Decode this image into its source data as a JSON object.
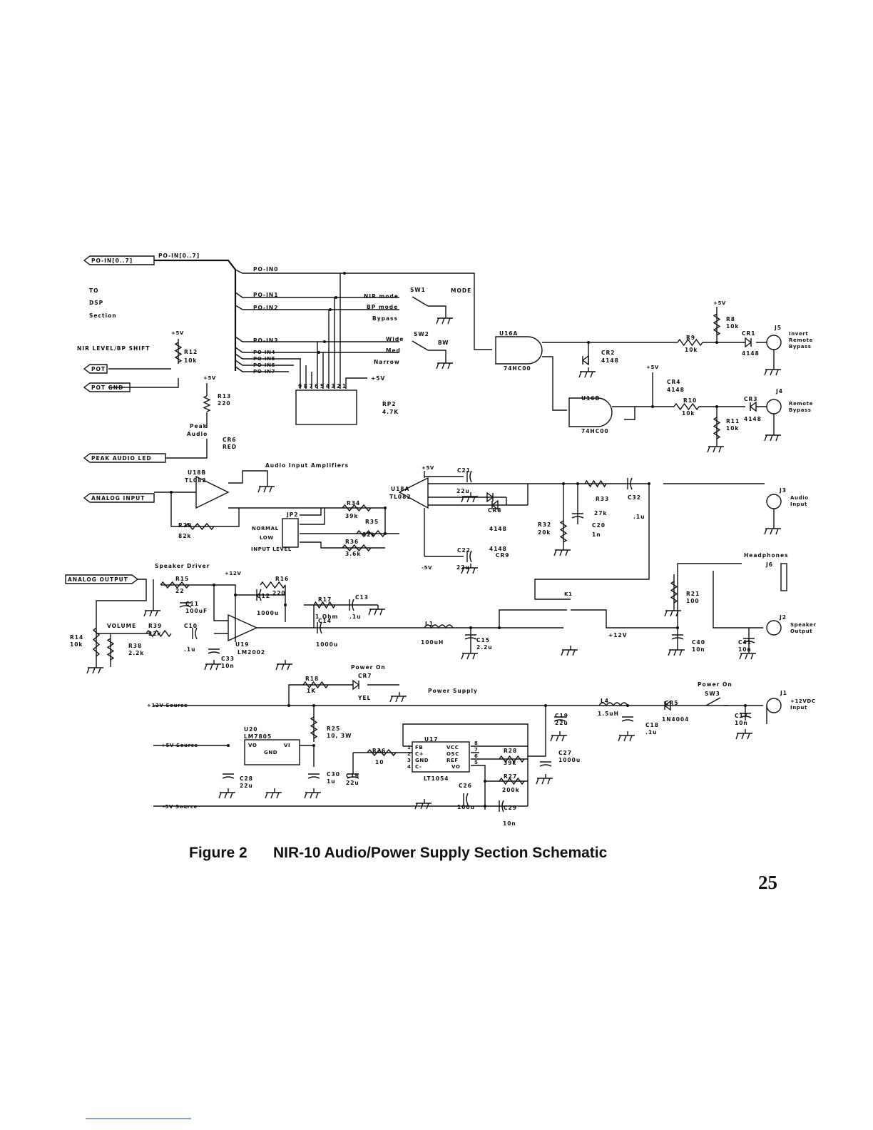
{
  "digital": {
    "bus_connector": "PO-IN[0..7]",
    "bus_label": "PO-IN[0..7]",
    "lines": [
      "PO-IN0",
      "PO-IN1",
      "PO-IN2",
      "PO-IN3",
      "PO-IN4",
      "PO-IN5",
      "PO-IN6",
      "PO-IN7"
    ],
    "to": "TO",
    "dsp": "DSP",
    "section": "Section",
    "sw1": "SW1",
    "mode": "MODE",
    "nir_mode": "NIR mode",
    "bp_mode": "BP mode",
    "bypass": "Bypass",
    "sw2": "SW2",
    "bw": "BW",
    "wide": "Wide",
    "med": "Med",
    "narrow": "Narrow",
    "nir_level": "NIR LEVEL/BP SHIFT",
    "p5v": "+5V",
    "r12": "R12",
    "r12_val": "10k",
    "pot": "POT",
    "pot_gnd": "POT GND",
    "r13": "R13",
    "r13_val": "220",
    "peak": "Peak",
    "audio": "Audio",
    "cr6": "CR6",
    "cr6_val": "RED",
    "peak_led": "PEAK AUDIO LED",
    "rp2_pins": "987654321",
    "rp2": "RP2",
    "rp2_val": "4.7K",
    "rp2_5v": "+5V",
    "u16a": "U16A",
    "u16b": "U16B",
    "hc00": "74HC00",
    "cr2": "CR2",
    "cr3": "CR3",
    "cr4": "CR4",
    "cr1": "CR1",
    "d4148": "4148",
    "r8": "R8",
    "r9": "R9",
    "r10": "R10",
    "r11": "R11",
    "k10": "10k",
    "j5": "J5",
    "j5_lbl": [
      "Invert",
      "Remote",
      "Bypass"
    ],
    "j4": "J4",
    "j4_lbl": [
      "Remote",
      "Bypass"
    ]
  },
  "audio_in": {
    "title": "Audio Input Amplifiers",
    "analog_input": "ANALOG INPUT",
    "u18b": "U18B",
    "u18a": "U18A",
    "tl082": "TL082",
    "r20": "R20",
    "r20_val": "82k",
    "jp2": "JP2",
    "normal": "NORMAL",
    "low": "LOW",
    "input_level": "INPUT LEVEL",
    "r34": "R34",
    "r34_val": "39k",
    "r35": "R35",
    "r35_val": "82k",
    "r36": "R36",
    "r36_val": "3.6k",
    "p5v": "+5V",
    "m5v": "-5V",
    "c21": "C21",
    "c22": "C22",
    "u22": "22u",
    "cr8": "CR8",
    "cr9": "CR9",
    "d4148": "4148",
    "r32": "R32",
    "r32_val": "20k",
    "c20": "C20",
    "c20_val": "1n",
    "r33": "R33",
    "r33_val": "27k",
    "c32": "C32",
    "c32_val": ".1u",
    "j3": "J3",
    "j3_lbl": [
      "Audio",
      "Input"
    ]
  },
  "speaker": {
    "title": "Speaker Driver",
    "analog_output": "ANALOG OUTPUT",
    "p12v": "+12V",
    "r15": "R15",
    "r15_val": "22",
    "r16": "R16",
    "r16_val": "220",
    "c11": "C11",
    "c11_val": "100uF",
    "c12": "C12",
    "c12_val": "1000u",
    "r17": "R17",
    "r17_val": "1 Ohm",
    "c13": "C13",
    "c13_val": ".1u",
    "volume": "VOLUME",
    "r14": "R14",
    "r14_val": "10k",
    "r39": "R39",
    "r39_val": "22k",
    "r38": "R38",
    "r38_val": "2.2k",
    "c10": "C10",
    "c10_val": ".1u",
    "c33": "C33",
    "c33_val": "10n",
    "u19": "U19",
    "lm2002": "LM2002",
    "c14": "C14",
    "c14_val": "1000u",
    "l1": "L1",
    "l1_val": "100uH",
    "c15": "C15",
    "c15_val": "2.2u",
    "k1": "K1",
    "k1_12v": "+12V",
    "headphones": "Headphones",
    "j6": "J6",
    "r21": "R21",
    "r21_val": "100",
    "c40": "C40",
    "c41": "C41",
    "n10": "10n",
    "j2": "J2",
    "j2_lbl": [
      "Speaker",
      "Output"
    ]
  },
  "power": {
    "title": "Power Supply",
    "power_on": "Power On",
    "cr7": "CR7",
    "yel": "YEL",
    "r18": "R18",
    "r18_val": "1K",
    "src12": "+12V Source",
    "src5": "+5V Source",
    "srcm5": "-5V Source",
    "r25": "R25",
    "r25_val": "10, 3W",
    "u20": "U20",
    "lm7805": "LM7805",
    "vo": "VO",
    "vi": "VI",
    "gnd": "GND",
    "c28": "C28",
    "c28_val": "22u",
    "c30": "C30",
    "c30_val": "1u",
    "r26": "R26",
    "r26_val": "10",
    "c16": "C16",
    "c16_val": "22u",
    "u17": "U17",
    "lt1054": "LT1054",
    "u17_left": [
      "FB",
      "C+",
      "GND",
      "C-"
    ],
    "u17_right": [
      "VCC",
      "OSC",
      "REF",
      "VO"
    ],
    "u17_lpins": [
      "1",
      "2",
      "3",
      "4"
    ],
    "u17_rpins": [
      "8",
      "7",
      "6",
      "5"
    ],
    "r28": "R28",
    "r28_val": "39k",
    "r27": "R27",
    "r27_val": "200k",
    "c26": "C26",
    "c26_val": "100u",
    "c29": "C29",
    "c29_val": "10n",
    "c27": "C27",
    "c27_val": "1000u",
    "c19": "C19",
    "c19_val": "22u",
    "l4": "L4",
    "l4_val": "1.5uH",
    "c18": "C18",
    "c18_val": ".1u",
    "cr5": "CR5",
    "cr5_val": "1N4004",
    "sw3": "SW3",
    "sw3_on": "Power On",
    "c17": "C17",
    "c17_val": "10n",
    "j1": "J1",
    "j1_lbl": [
      "+12VDC",
      "Input"
    ]
  },
  "caption": {
    "figure": "Figure 2",
    "title": "NIR-10 Audio/Power Supply Section Schematic"
  },
  "page_number": "25"
}
